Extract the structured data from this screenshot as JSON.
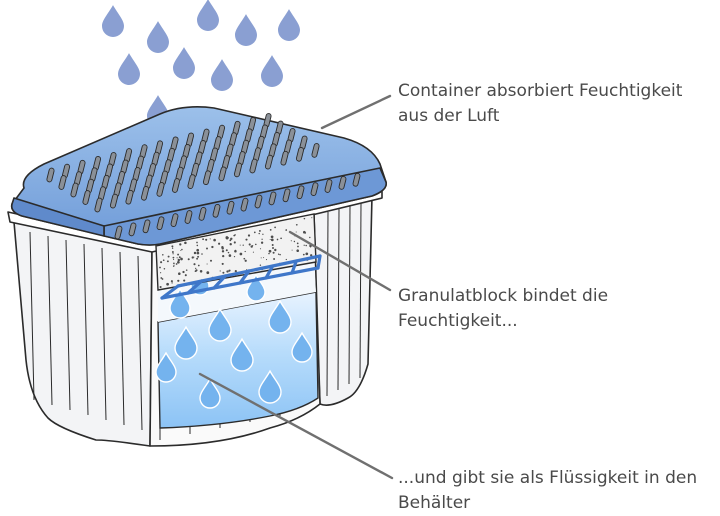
{
  "callouts": [
    {
      "lines": [
        "Container absorbiert Feuchtigkeit",
        "aus der Luft"
      ]
    },
    {
      "lines": [
        "Granulatblock bindet die",
        "Feuchtigkeit..."
      ]
    },
    {
      "lines": [
        "...und gibt sie als Flüssigkeit in den",
        "Behälter"
      ]
    }
  ],
  "colors": {
    "drop": "#8a9fd2",
    "lid": "#7ea7dd",
    "lid_dark": "#5b86c4",
    "vent": "#8a9098",
    "granulate": "#f2f2f2",
    "grid": "#3f77c9",
    "water": "#a9d3f7",
    "water_drop": "#74b3ee",
    "outline": "#2b2b2b",
    "leader": "#707070",
    "text": "#4a4a4a"
  }
}
